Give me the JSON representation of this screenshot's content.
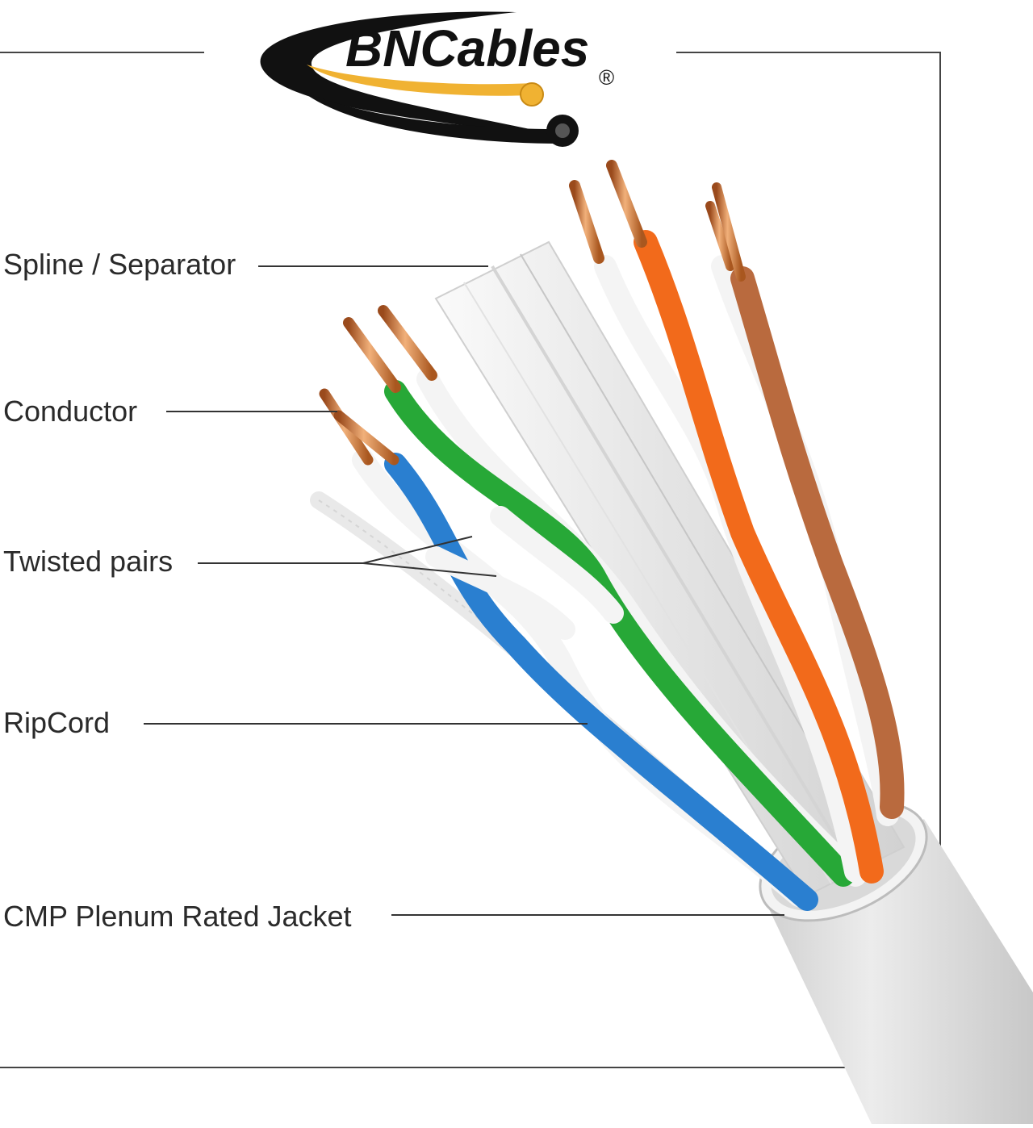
{
  "brand": {
    "name": "BNCables",
    "registered_mark": "®",
    "colors": {
      "swoosh_dark": "#111111",
      "swoosh_gold": "#f0b232",
      "text": "#111111"
    }
  },
  "callouts": {
    "spline": "Spline / Separator",
    "conductor": "Conductor",
    "twisted_pairs": "Twisted pairs",
    "ripcord": "RipCord",
    "jacket": "CMP Plenum Rated Jacket"
  },
  "colors": {
    "orange_wire": "#f26a1b",
    "brown_wire": "#b96a3e",
    "green_wire": "#27a837",
    "blue_wire": "#2a7fd0",
    "copper": "#d9874a",
    "white_wire": "#f4f4f4",
    "jacket": "#e6e6e6",
    "spline": "#eeeeee",
    "leader_line": "#333333"
  }
}
